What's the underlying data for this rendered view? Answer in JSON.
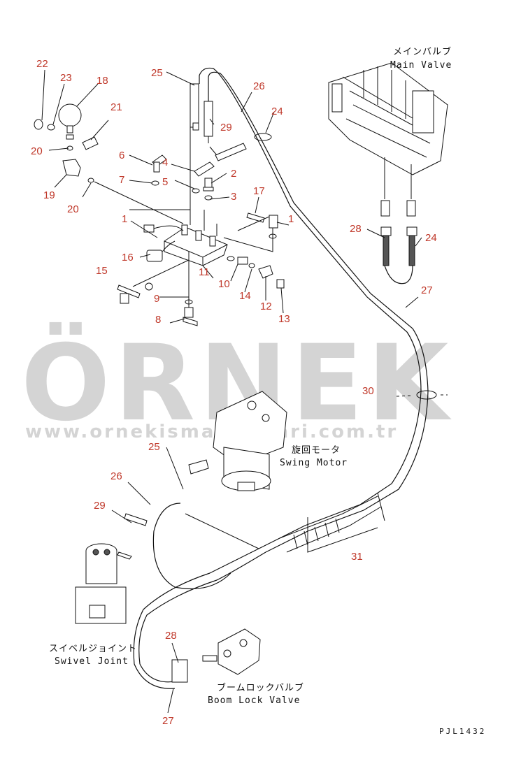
{
  "parts": {
    "p1a": "1",
    "p1b": "1",
    "p2": "2",
    "p3": "3",
    "p4": "4",
    "p5": "5",
    "p6": "6",
    "p7": "7",
    "p8": "8",
    "p9": "9",
    "p10": "10",
    "p11": "11",
    "p12": "12",
    "p13": "13",
    "p14": "14",
    "p15": "15",
    "p16": "16",
    "p17": "17",
    "p18": "18",
    "p19": "19",
    "p20a": "20",
    "p20b": "20",
    "p21": "21",
    "p22": "22",
    "p23": "23",
    "p24a": "24",
    "p24b": "24",
    "p25a": "25",
    "p25b": "25",
    "p26a": "26",
    "p26b": "26",
    "p27a": "27",
    "p27b": "27",
    "p28a": "28",
    "p28b": "28",
    "p29a": "29",
    "p29b": "29",
    "p30": "30",
    "p31": "31"
  },
  "components": {
    "main_valve_jp": "メインバルブ",
    "main_valve_en": "Main Valve",
    "swing_motor_jp": "旋回モータ",
    "swing_motor_en": "Swing Motor",
    "swivel_joint_jp": "スイベルジョイント",
    "swivel_joint_en": "Swivel Joint",
    "boom_lock_jp": "ブームロックバルブ",
    "boom_lock_en": "Boom Lock Valve"
  },
  "drawing_code": "PJL1432",
  "watermark": {
    "brand": "ÖRNEK",
    "url": "www.ornekismakinalari.com.tr"
  },
  "colors": {
    "callout": "#c0392b",
    "line": "#111111",
    "watermark": "#d4d4d4"
  }
}
